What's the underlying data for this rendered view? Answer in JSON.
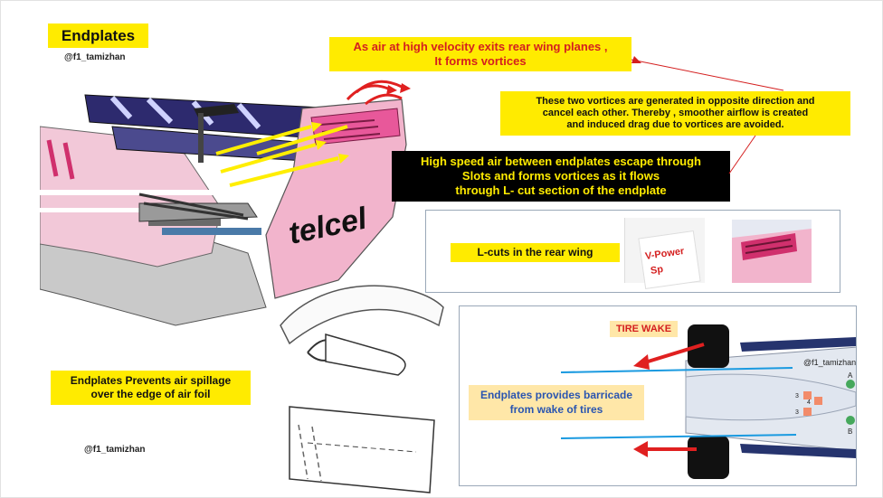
{
  "title": "Endplates",
  "handle_top": "@f1_tamizhan",
  "handle_bottom": "@f1_tamizhan",
  "callout_vortices": {
    "line1": "As air at high velocity exits rear wing planes ,",
    "line2": "It forms vortices"
  },
  "callout_opposite": {
    "line1": "These two vortices are generated in opposite direction and",
    "line2": "cancel each other. Thereby , smoother airflow is created",
    "line3": "and induced drag due to vortices are avoided."
  },
  "callout_slots": {
    "line1": "High speed air between endplates escape through",
    "line2": "Slots and forms vortices as it flows",
    "line3": "through L- cut section of the endplate"
  },
  "lcuts_label": "L-cuts in the rear wing",
  "lcuts_photo_text": {
    "line1": "V-Power",
    "line2": "Sp"
  },
  "spillage_callout": {
    "line1": "Endplates Prevents air spillage",
    "line2": "over the edge of air foil"
  },
  "bodywork_logo": "telcel",
  "tire_panel": {
    "tire_wake_label": "TIRE WAKE",
    "barricade_line1": "Endplates provides barricade",
    "barricade_line2": "from wake of tires",
    "handle": "@f1_tamizhan",
    "markers": {
      "a": "A",
      "b": "B",
      "n3_top": "3",
      "n4": "4",
      "n3_bottom": "3"
    }
  },
  "colors": {
    "highlight_yellow": "#ffeb00",
    "callout_red_text": "#d41f1f",
    "pink_livery": "#f2b4cc",
    "navy_wing": "#2d2a6e",
    "wake_red": "#e02020",
    "boundary_blue": "#1a9ae0"
  },
  "icons": [
    "vortex-arrow-icon",
    "airflow-arrow-icon",
    "wake-arrow-icon"
  ]
}
